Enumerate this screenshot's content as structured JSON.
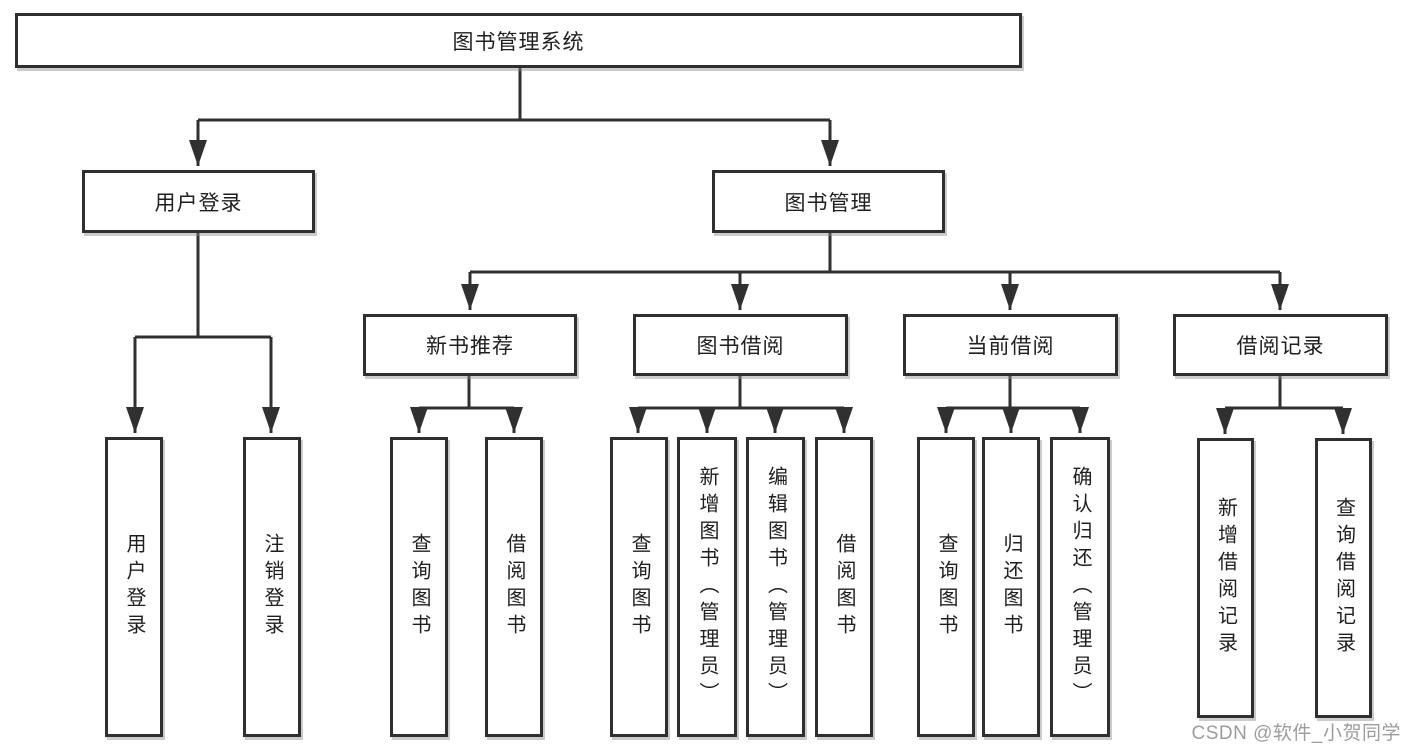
{
  "diagram": {
    "type": "hierarchy-tree",
    "root": {
      "label": "图书管理系统"
    },
    "level2": [
      {
        "label": "用户登录",
        "parent": "图书管理系统"
      },
      {
        "label": "图书管理",
        "parent": "图书管理系统"
      }
    ],
    "level3": [
      {
        "label": "新书推荐",
        "parent": "图书管理"
      },
      {
        "label": "图书借阅",
        "parent": "图书管理"
      },
      {
        "label": "当前借阅",
        "parent": "图书管理"
      },
      {
        "label": "借阅记录",
        "parent": "图书管理"
      }
    ],
    "leaves": [
      {
        "label": "用户登录",
        "parent": "用户登录"
      },
      {
        "label": "注销登录",
        "parent": "用户登录"
      },
      {
        "label": "查询图书",
        "parent": "新书推荐"
      },
      {
        "label": "借阅图书",
        "parent": "新书推荐"
      },
      {
        "label": "查询图书",
        "parent": "图书借阅"
      },
      {
        "label": "新增图书（管理员）",
        "parent": "图书借阅"
      },
      {
        "label": "编辑图书（管理员）",
        "parent": "图书借阅"
      },
      {
        "label": "借阅图书",
        "parent": "图书借阅"
      },
      {
        "label": "查询图书",
        "parent": "当前借阅"
      },
      {
        "label": "归还图书",
        "parent": "当前借阅"
      },
      {
        "label": "确认归还（管理员）",
        "parent": "当前借阅"
      },
      {
        "label": "新增借阅记录",
        "parent": "借阅记录"
      },
      {
        "label": "查询借阅记录",
        "parent": "借阅记录"
      }
    ]
  },
  "watermark": {
    "text": "CSDN @软件_小贺同学"
  },
  "colors": {
    "line": "#303030",
    "box_border": "#2f2f2f",
    "text": "#1f1f1f",
    "watermark": "#9c9c9c",
    "background": "#ffffff"
  }
}
